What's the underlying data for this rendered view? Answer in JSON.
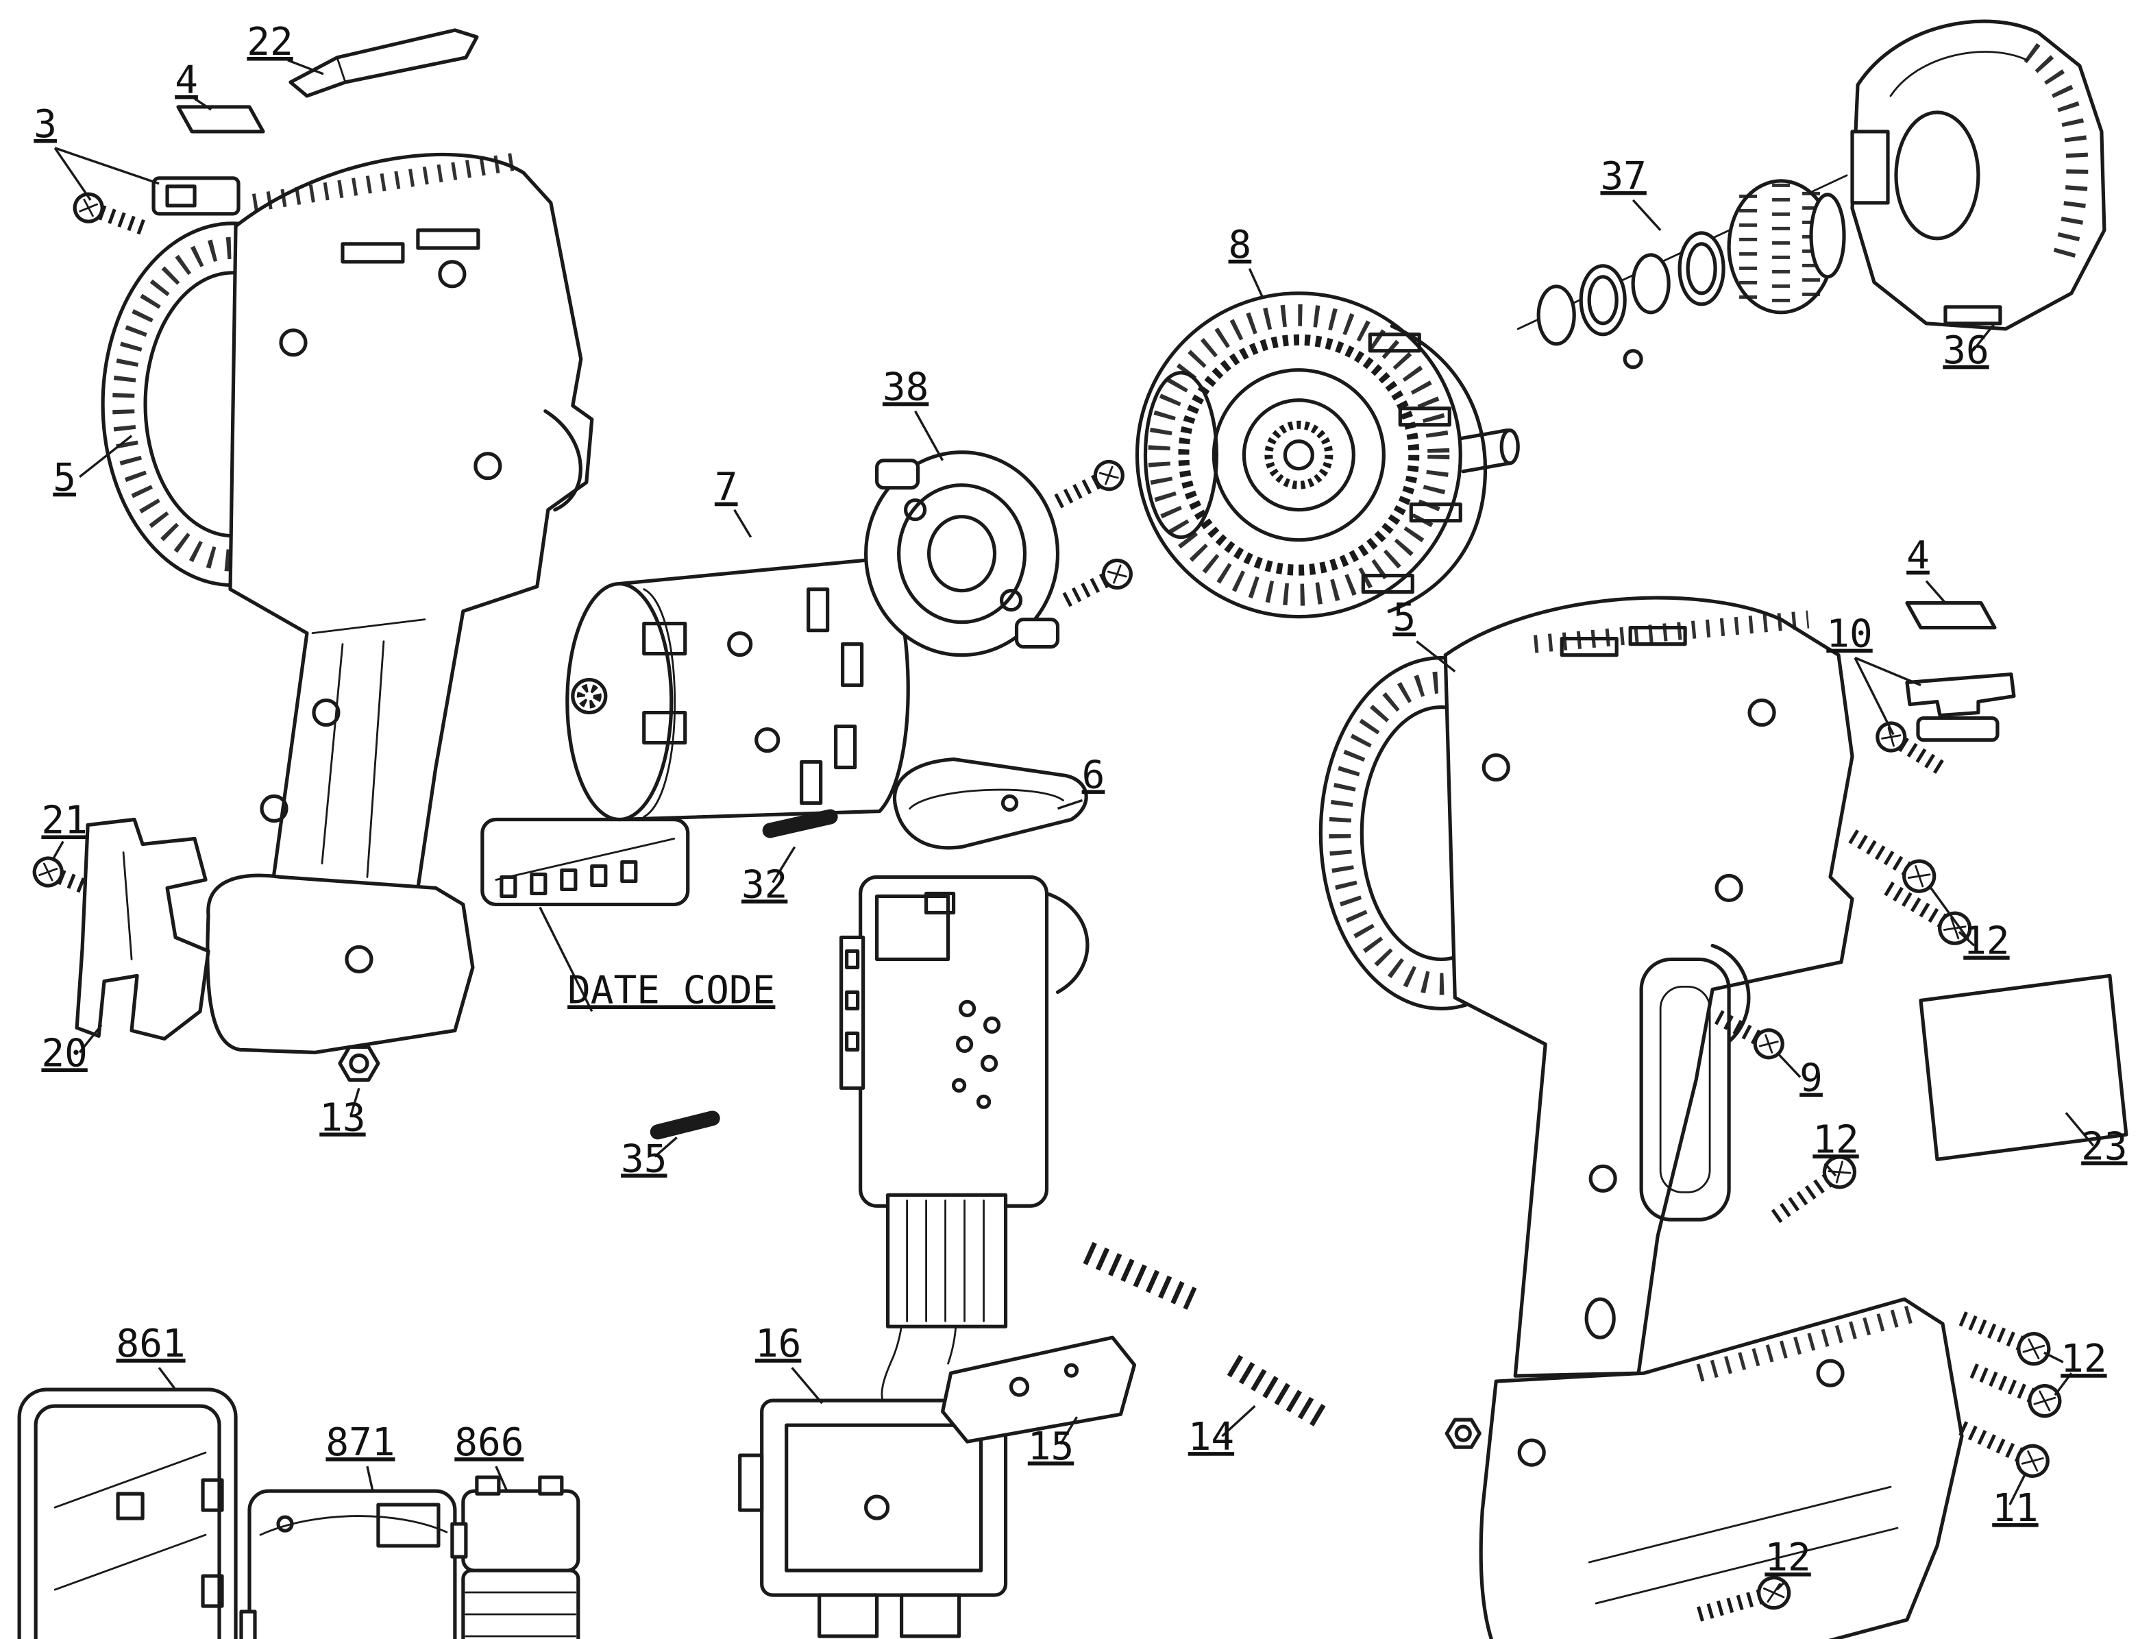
{
  "diagram": {
    "kind": "exploded parts diagram",
    "line_color": "#1a1a1a",
    "background_color": "#ffffff"
  },
  "callouts": [
    {
      "label": "22"
    },
    {
      "label": "4"
    },
    {
      "label": "3"
    },
    {
      "label": "5"
    },
    {
      "label": "7"
    },
    {
      "label": "38"
    },
    {
      "label": "8"
    },
    {
      "label": "37"
    },
    {
      "label": "36"
    },
    {
      "label": "5"
    },
    {
      "label": "4"
    },
    {
      "label": "10"
    },
    {
      "label": "12"
    },
    {
      "label": "9"
    },
    {
      "label": "23"
    },
    {
      "label": "12"
    },
    {
      "label": "12"
    },
    {
      "label": "11"
    },
    {
      "label": "12"
    },
    {
      "label": "6"
    },
    {
      "label": "32"
    },
    {
      "label": "35"
    },
    {
      "label": "16"
    },
    {
      "label": "15"
    },
    {
      "label": "14"
    },
    {
      "label": "DATE CODE"
    },
    {
      "label": "13"
    },
    {
      "label": "21"
    },
    {
      "label": "20"
    },
    {
      "label": "861"
    },
    {
      "label": "871"
    },
    {
      "label": "866"
    }
  ]
}
